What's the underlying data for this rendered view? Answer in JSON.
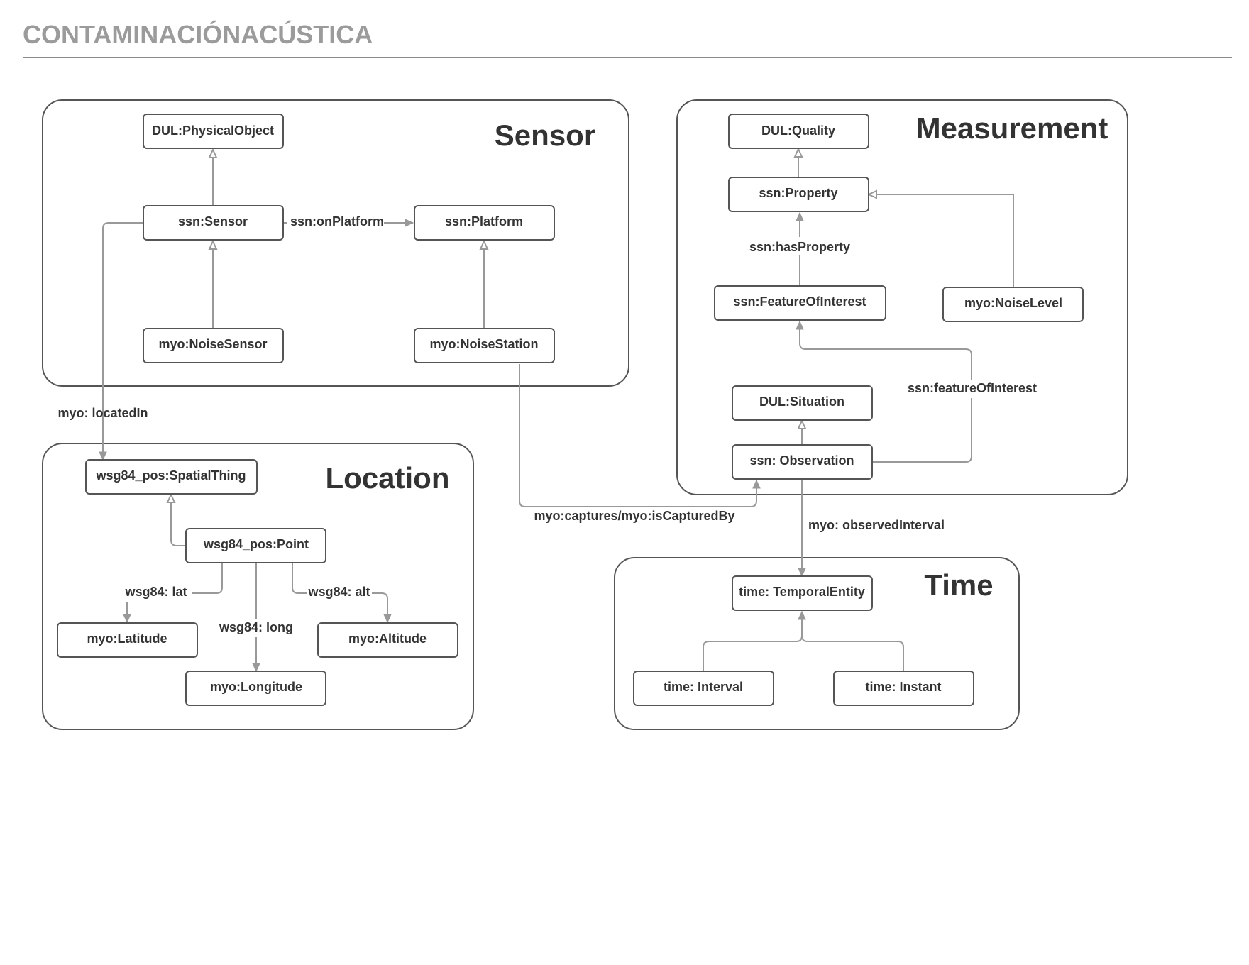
{
  "page": {
    "title": "CONTAMINACIÓNACÚSTICA"
  },
  "colors": {
    "title_gray": "#9b9b9b",
    "border": "#555555",
    "edge": "#999999",
    "text": "#333333"
  },
  "groups": {
    "sensor": "Sensor",
    "measurement": "Measurement",
    "location": "Location",
    "time": "Time"
  },
  "nodes": {
    "dul_physicalobject": "DUL:PhysicalObject",
    "ssn_sensor": "ssn:Sensor",
    "ssn_platform": "ssn:Platform",
    "myo_noisesensor": "myo:NoiseSensor",
    "myo_noisestation": "myo:NoiseStation",
    "dul_quality": "DUL:Quality",
    "ssn_property": "ssn:Property",
    "ssn_featureofinterest": "ssn:FeatureOfInterest",
    "myo_noiselevel": "myo:NoiseLevel",
    "dul_situation": "DUL:Situation",
    "ssn_observation": "ssn: Observation",
    "wsg84_spatialthing": "wsg84_pos:SpatialThing",
    "wsg84_point": "wsg84_pos:Point",
    "myo_latitude": "myo:Latitude",
    "myo_altitude": "myo:Altitude",
    "myo_longitude": "myo:Longitude",
    "time_temporalentity": "time: TemporalEntity",
    "time_interval": "time: Interval",
    "time_instant": "time: Instant"
  },
  "edge_labels": {
    "on_platform": "ssn:onPlatform",
    "has_property": "ssn:hasProperty",
    "feature_of_interest": "ssn:featureOfInterest",
    "located_in": "myo: locatedIn",
    "captures": "myo:captures/myo:isCapturedBy",
    "observed_interval": "myo: observedInterval",
    "lat": "wsg84: lat",
    "alt": "wsg84: alt",
    "long": "wsg84: long"
  }
}
